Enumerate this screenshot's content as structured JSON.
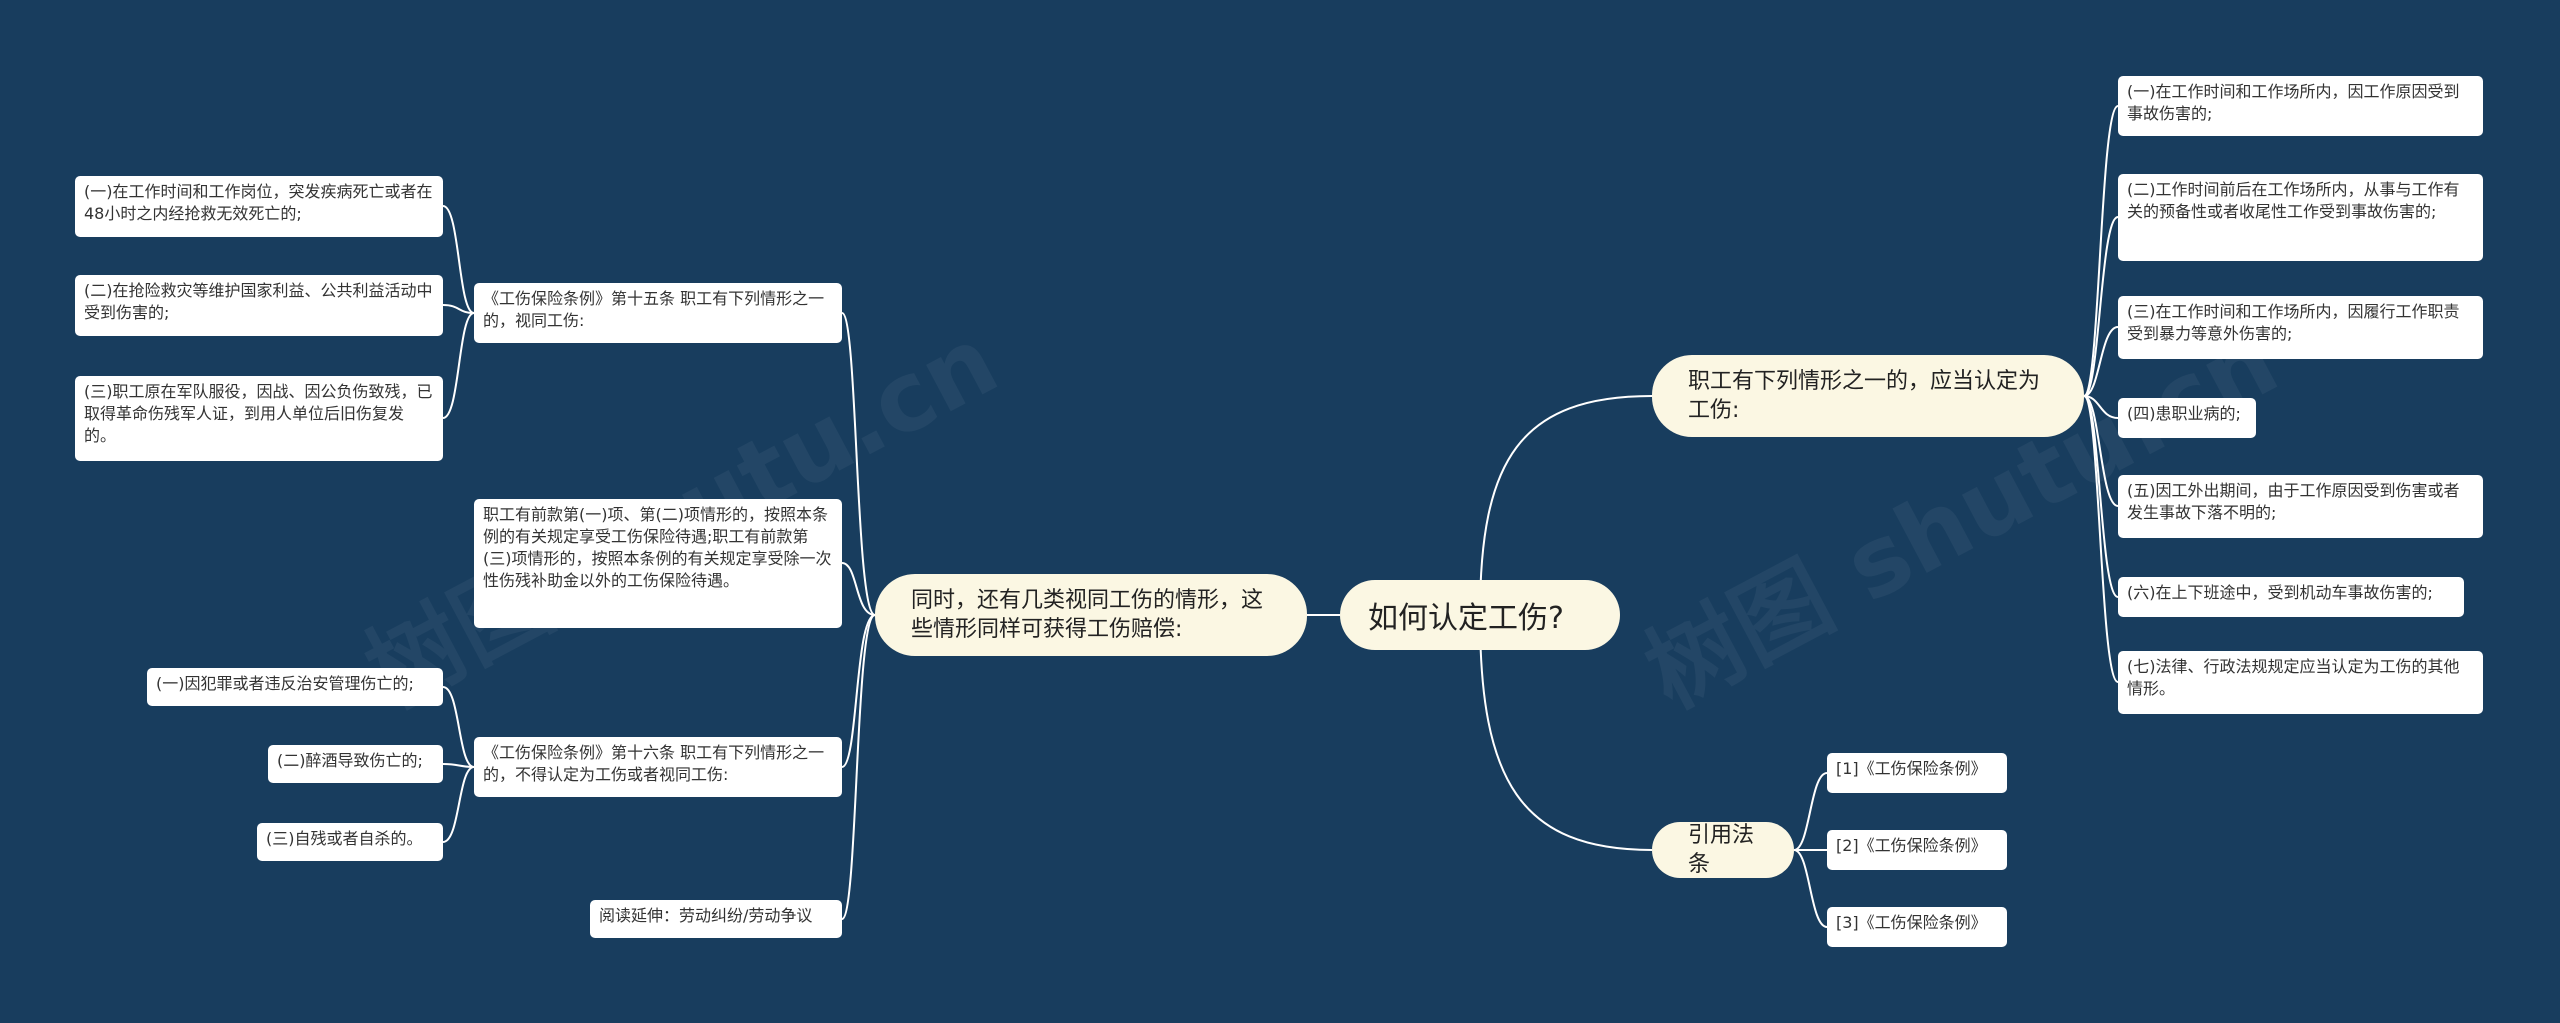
{
  "root": "如何认定工伤?",
  "right_upper": {
    "title": "职工有下列情形之一的，应当认定为工伤:",
    "items": [
      "(一)在工作时间和工作场所内，因工作原因受到事故伤害的;",
      "(二)工作时间前后在工作场所内，从事与工作有关的预备性或者收尾性工作受到事故伤害的;",
      "(三)在工作时间和工作场所内，因履行工作职责受到暴力等意外伤害的;",
      "(四)患职业病的;",
      "(五)因工外出期间，由于工作原因受到伤害或者发生事故下落不明的;",
      "(六)在上下班途中，受到机动车事故伤害的;",
      "(七)法律、行政法规规定应当认定为工伤的其他情形。"
    ]
  },
  "right_lower": {
    "title": "引用法条",
    "items": [
      "[1]《工伤保险条例》",
      "[2]《工伤保险条例》",
      "[3]《工伤保险条例》"
    ]
  },
  "left": {
    "title": "同时，还有几类视同工伤的情形，这些情形同样可获得工伤赔偿:",
    "article15": {
      "text": "《工伤保险条例》第十五条 职工有下列情形之一的，视同工伤:",
      "items": [
        "(一)在工作时间和工作岗位，突发疾病死亡或者在48小时之内经抢救无效死亡的;",
        "(二)在抢险救灾等维护国家利益、公共利益活动中受到伤害的;",
        "(三)职工原在军队服役，因战、因公负伤致残，已取得革命伤残军人证，到用人单位后旧伤复发的。"
      ]
    },
    "note": "职工有前款第(一)项、第(二)项情形的，按照本条例的有关规定享受工伤保险待遇;职工有前款第(三)项情形的，按照本条例的有关规定享受除一次性伤残补助金以外的工伤保险待遇。",
    "article16": {
      "text": "《工伤保险条例》第十六条 职工有下列情形之一的，不得认定为工伤或者视同工伤:",
      "items": [
        "(一)因犯罪或者违反治安管理伤亡的;",
        "(二)醉酒导致伤亡的;",
        "(三)自残或者自杀的。"
      ]
    },
    "reading": "阅读延伸：劳动纠纷/劳动争议"
  },
  "watermark": "树图 shutu.cn",
  "colors": {
    "background": "#183d5e",
    "pill": "#fbf7e3",
    "leaf": "#ffffff",
    "line": "#ffffff"
  }
}
